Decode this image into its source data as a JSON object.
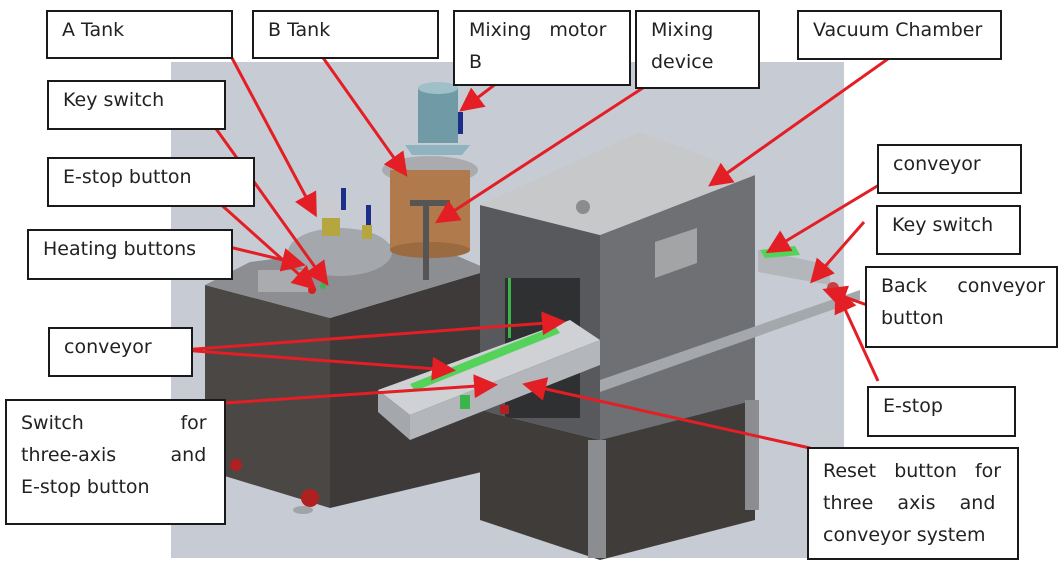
{
  "diagram": {
    "subject": "Vacuum potting / mixing machine with conveyor",
    "colors": {
      "arrow": "#e31e24",
      "background_panel": "#c7cbd4",
      "label_border": "#1a1a1a",
      "cabinet": "#4a4745",
      "chamber": "#6f7073",
      "tank_copper": "#b07a4c",
      "motor": "#6f9aa6",
      "conveyor_green": "#54d35a"
    },
    "labels": [
      {
        "id": "a-tank",
        "text": "A Tank"
      },
      {
        "id": "b-tank",
        "text": "B Tank"
      },
      {
        "id": "mixing-motor-b",
        "lines": [
          "Mixing   motor",
          "B"
        ]
      },
      {
        "id": "mixing-device",
        "lines": [
          "Mixing",
          "device"
        ]
      },
      {
        "id": "vacuum-chamber",
        "text": "Vacuum Chamber"
      },
      {
        "id": "key-switch-left",
        "text": "Key switch"
      },
      {
        "id": "e-stop-button-left",
        "text": "E-stop button"
      },
      {
        "id": "heating-buttons",
        "text": "Heating buttons"
      },
      {
        "id": "conveyor-right",
        "text": "conveyor"
      },
      {
        "id": "key-switch-right",
        "text": "Key switch"
      },
      {
        "id": "back-conveyor-button",
        "lines": [
          "Back     conveyor",
          "button"
        ]
      },
      {
        "id": "conveyor-left",
        "text": "conveyor"
      },
      {
        "id": "switch-three-axis",
        "lines": [
          "Switch                for",
          "three-axis         and",
          "E-stop button"
        ]
      },
      {
        "id": "e-stop-right",
        "text": "E-stop"
      },
      {
        "id": "reset-button",
        "lines": [
          "Reset   button   for",
          "three    axis    and",
          "conveyor system"
        ]
      }
    ]
  }
}
